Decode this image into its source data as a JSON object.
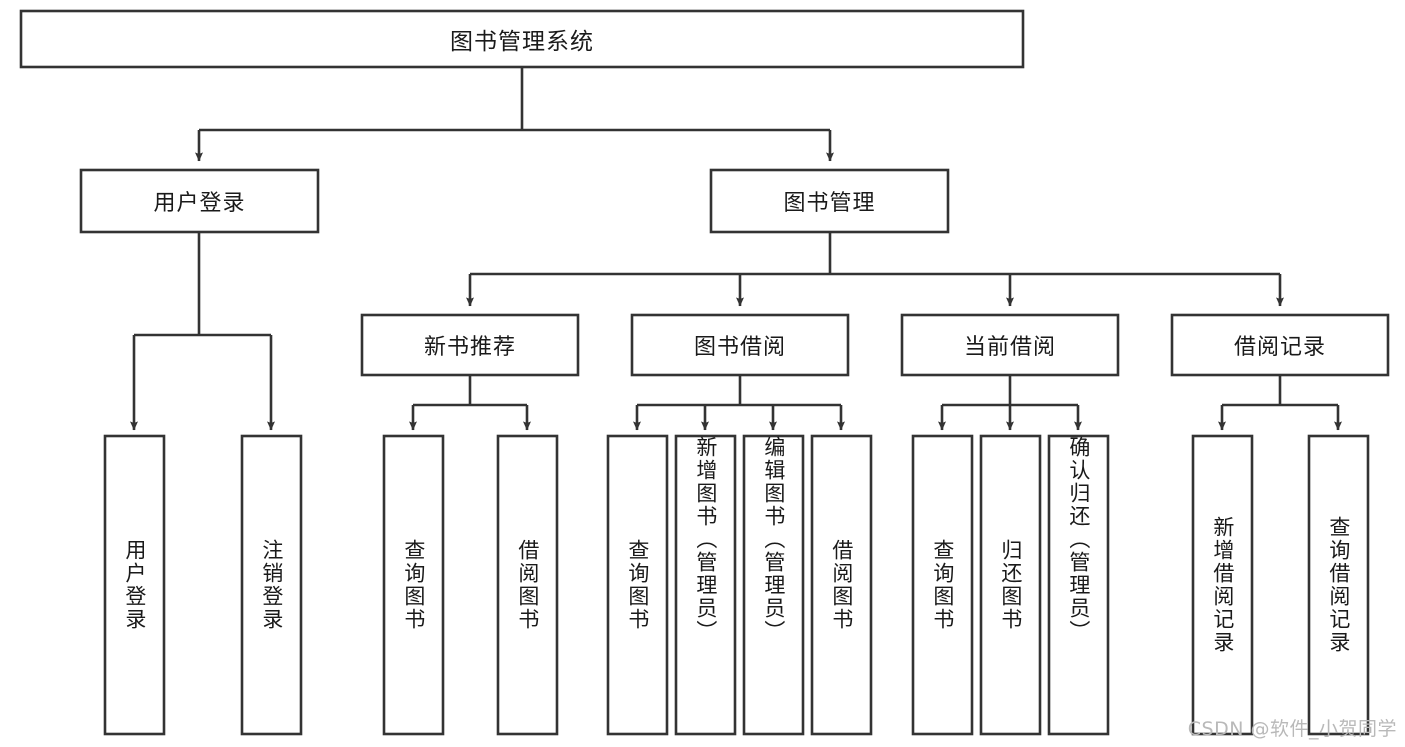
{
  "diagram": {
    "type": "tree",
    "title": "图书管理系统",
    "root": {
      "id": "root",
      "label": "图书管理系统",
      "orientation": "horizontal"
    },
    "level2": [
      {
        "id": "user-login",
        "label": "用户登录",
        "orientation": "horizontal"
      },
      {
        "id": "book-manage",
        "label": "图书管理",
        "orientation": "horizontal"
      }
    ],
    "level3": [
      {
        "id": "new-book-recommend",
        "label": "新书推荐",
        "orientation": "horizontal",
        "parent": "book-manage"
      },
      {
        "id": "book-borrow",
        "label": "图书借阅",
        "orientation": "horizontal",
        "parent": "book-manage"
      },
      {
        "id": "current-borrow",
        "label": "当前借阅",
        "orientation": "horizontal",
        "parent": "book-manage"
      },
      {
        "id": "borrow-record",
        "label": "借阅记录",
        "orientation": "horizontal",
        "parent": "book-manage"
      }
    ],
    "leaves": [
      {
        "id": "leaf-user-login",
        "label": "用户登录",
        "orientation": "vertical",
        "parent": "user-login"
      },
      {
        "id": "leaf-logout",
        "label": "注销登录",
        "orientation": "vertical",
        "parent": "user-login"
      },
      {
        "id": "leaf-query-book-1",
        "label": "查询图书",
        "orientation": "vertical",
        "parent": "new-book-recommend"
      },
      {
        "id": "leaf-borrow-book-1",
        "label": "借阅图书",
        "orientation": "vertical",
        "parent": "new-book-recommend"
      },
      {
        "id": "leaf-query-book-2",
        "label": "查询图书",
        "orientation": "vertical",
        "parent": "book-borrow"
      },
      {
        "id": "leaf-add-book",
        "label": "新增图书（管理员）",
        "orientation": "vertical",
        "parent": "book-borrow"
      },
      {
        "id": "leaf-edit-book",
        "label": "编辑图书（管理员）",
        "orientation": "vertical",
        "parent": "book-borrow"
      },
      {
        "id": "leaf-borrow-book-2",
        "label": "借阅图书",
        "orientation": "vertical",
        "parent": "book-borrow"
      },
      {
        "id": "leaf-query-book-3",
        "label": "查询图书",
        "orientation": "vertical",
        "parent": "current-borrow"
      },
      {
        "id": "leaf-return-book",
        "label": "归还图书",
        "orientation": "vertical",
        "parent": "current-borrow"
      },
      {
        "id": "leaf-confirm-return",
        "label": "确认归还（管理员）",
        "orientation": "vertical",
        "parent": "current-borrow"
      },
      {
        "id": "leaf-add-record",
        "label": "新增借阅记录",
        "orientation": "vertical",
        "parent": "borrow-record"
      },
      {
        "id": "leaf-query-record",
        "label": "查询借阅记录",
        "orientation": "vertical",
        "parent": "borrow-record"
      }
    ],
    "colors": {
      "stroke": "#333333",
      "box_fill": "#ffffff",
      "text": "#1a1a1a",
      "background": "#ffffff",
      "watermark": "#b9b9b9"
    }
  },
  "watermark": {
    "text": "CSDN @软件_小贺同学"
  }
}
